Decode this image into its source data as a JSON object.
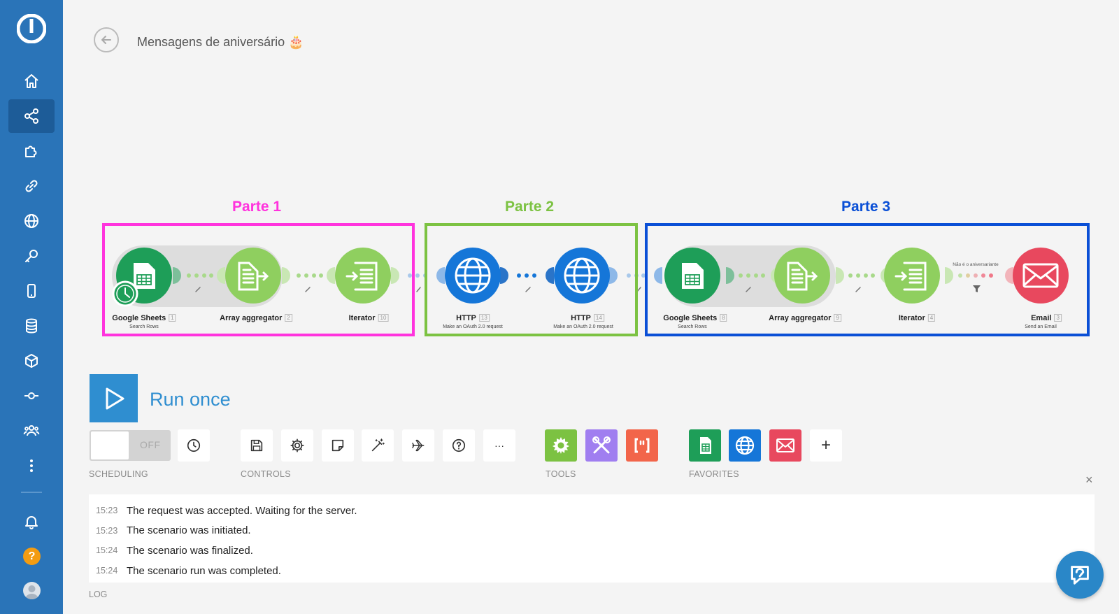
{
  "scenario": {
    "title": "Mensagens de aniversário 🎂"
  },
  "parts": [
    {
      "label": "Parte 1",
      "color": "#ff33dd"
    },
    {
      "label": "Parte 2",
      "color": "#7cc242"
    },
    {
      "label": "Parte 3",
      "color": "#0a4fd6"
    }
  ],
  "modules": [
    {
      "name": "Google Sheets",
      "num": "1",
      "sub": "Search Rows",
      "icon": "google-sheets-icon"
    },
    {
      "name": "Array aggregator",
      "num": "2",
      "sub": "",
      "icon": "array-aggregator-icon"
    },
    {
      "name": "Iterator",
      "num": "10",
      "sub": "",
      "icon": "iterator-icon"
    },
    {
      "name": "HTTP",
      "num": "13",
      "sub": "Make an OAuth 2.0 request",
      "icon": "globe-icon"
    },
    {
      "name": "HTTP",
      "num": "14",
      "sub": "Make an OAuth 2.0 request",
      "icon": "globe-icon"
    },
    {
      "name": "Google Sheets",
      "num": "8",
      "sub": "Search Rows",
      "icon": "google-sheets-icon"
    },
    {
      "name": "Array aggregator",
      "num": "9",
      "sub": "",
      "icon": "array-aggregator-icon"
    },
    {
      "name": "Iterator",
      "num": "4",
      "sub": "",
      "icon": "iterator-icon"
    },
    {
      "name": "Email",
      "num": "3",
      "sub": "Send an Email",
      "icon": "envelope-icon"
    }
  ],
  "filter": {
    "label": "Não é o aniversariante"
  },
  "run": {
    "label": "Run once"
  },
  "scheduling": {
    "toggle": "OFF",
    "label": "SCHEDULING"
  },
  "controls": {
    "label": "CONTROLS",
    "more": "···"
  },
  "tools": {
    "label": "TOOLS"
  },
  "favorites": {
    "label": "FAVORITES",
    "add": "+"
  },
  "log": {
    "label": "LOG",
    "close": "×",
    "entries": [
      {
        "time": "15:23",
        "message": "The request was accepted. Waiting for the server."
      },
      {
        "time": "15:23",
        "message": "The scenario was initiated."
      },
      {
        "time": "15:24",
        "message": "The scenario was finalized."
      },
      {
        "time": "15:24",
        "message": "The scenario run was completed."
      }
    ]
  },
  "colors": {
    "sidebar": "#2a74b8",
    "sheets": "#1e9e58",
    "flow": "#8fcf5f",
    "http": "#1576d8",
    "email": "#e8485e",
    "run": "#2f8ed0",
    "tools_gear": "#7cc242",
    "tools_flow": "#a07ef0",
    "tools_text": "#f2654a"
  },
  "sidebar": {
    "help": "?",
    "items": [
      "home-icon",
      "share-icon",
      "puzzle-icon",
      "link-icon",
      "globe-icon",
      "key-icon",
      "mobile-icon",
      "database-icon",
      "cube-icon",
      "webhook-icon",
      "team-icon",
      "more-icon",
      "bell-icon"
    ]
  }
}
